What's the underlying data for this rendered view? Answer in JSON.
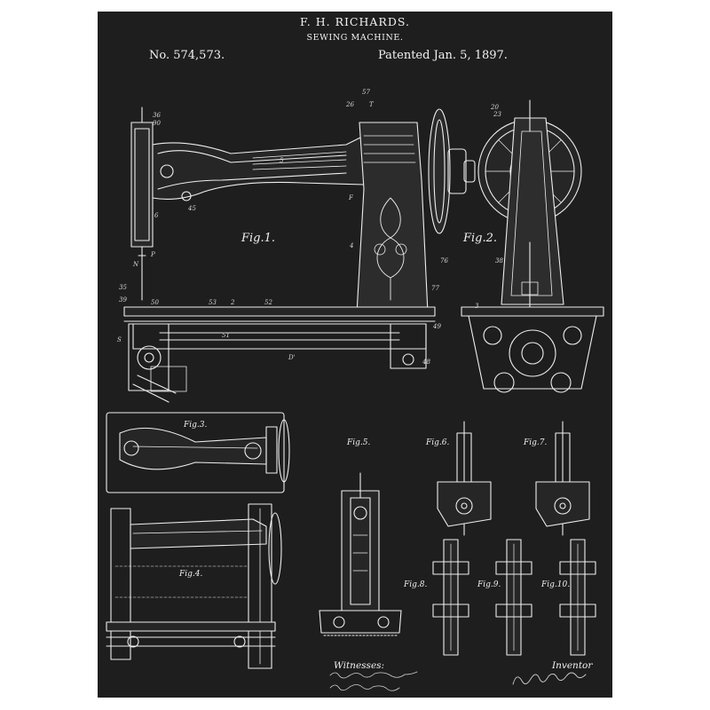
{
  "header": {
    "inventor_name": "F. H. RICHARDS.",
    "invention": "SEWING MACHINE.",
    "patent_number": "No. 574,573.",
    "patent_date": "Patented Jan. 5, 1897."
  },
  "figures": {
    "fig1": "Fig.1.",
    "fig2": "Fig.2.",
    "fig3": "Fig.3.",
    "fig4": "Fig.4.",
    "fig5": "Fig.5.",
    "fig6": "Fig.6.",
    "fig7": "Fig.7.",
    "fig8": "Fig.8.",
    "fig9": "Fig.9.",
    "fig10": "Fig.10."
  },
  "reference_numerals": {
    "n1": "57",
    "n2": "36",
    "n3": "90",
    "n4": "5",
    "n5": "F",
    "n6": "45",
    "n7": "6",
    "n8": "4",
    "n9": "P",
    "n10": "N",
    "n11": "35",
    "n12": "39",
    "n13": "53",
    "n14": "2",
    "n15": "52",
    "n16": "51",
    "n17": "D'",
    "n18": "49",
    "n19": "48",
    "n20": "S",
    "n21": "76",
    "n22": "77",
    "n23": "3",
    "n24": "26",
    "n25": "23",
    "n26": "T",
    "n27": "38",
    "n28": "20",
    "n29": "50"
  },
  "footer": {
    "witnesses_label": "Witnesses:",
    "inventor_label": "Inventor"
  },
  "colors": {
    "background": "#1e1e1e",
    "line_art": "#f2f2f2",
    "frame": "#ffffff"
  }
}
